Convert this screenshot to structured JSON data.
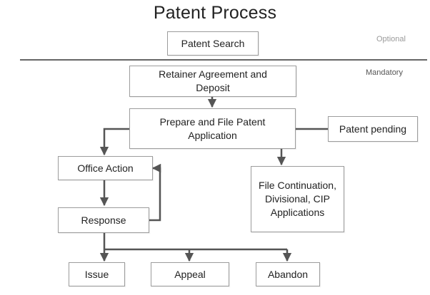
{
  "title": "Patent Process",
  "notes": {
    "optional": "Optional",
    "mandatory": "Mandatory"
  },
  "nodes": {
    "patent_search": "Patent Search",
    "retainer": "Retainer Agreement and Deposit",
    "prepare": "Prepare and File Patent Application",
    "pending": "Patent pending",
    "office_action": "Office Action",
    "response": "Response",
    "file_continuation": "File Continuation, Divisional, CIP Applications",
    "issue": "Issue",
    "appeal": "Appeal",
    "abandon": "Abandon"
  },
  "colors": {
    "line": "#555555",
    "divider": "#333333",
    "box_border": "#9c9c9c"
  }
}
